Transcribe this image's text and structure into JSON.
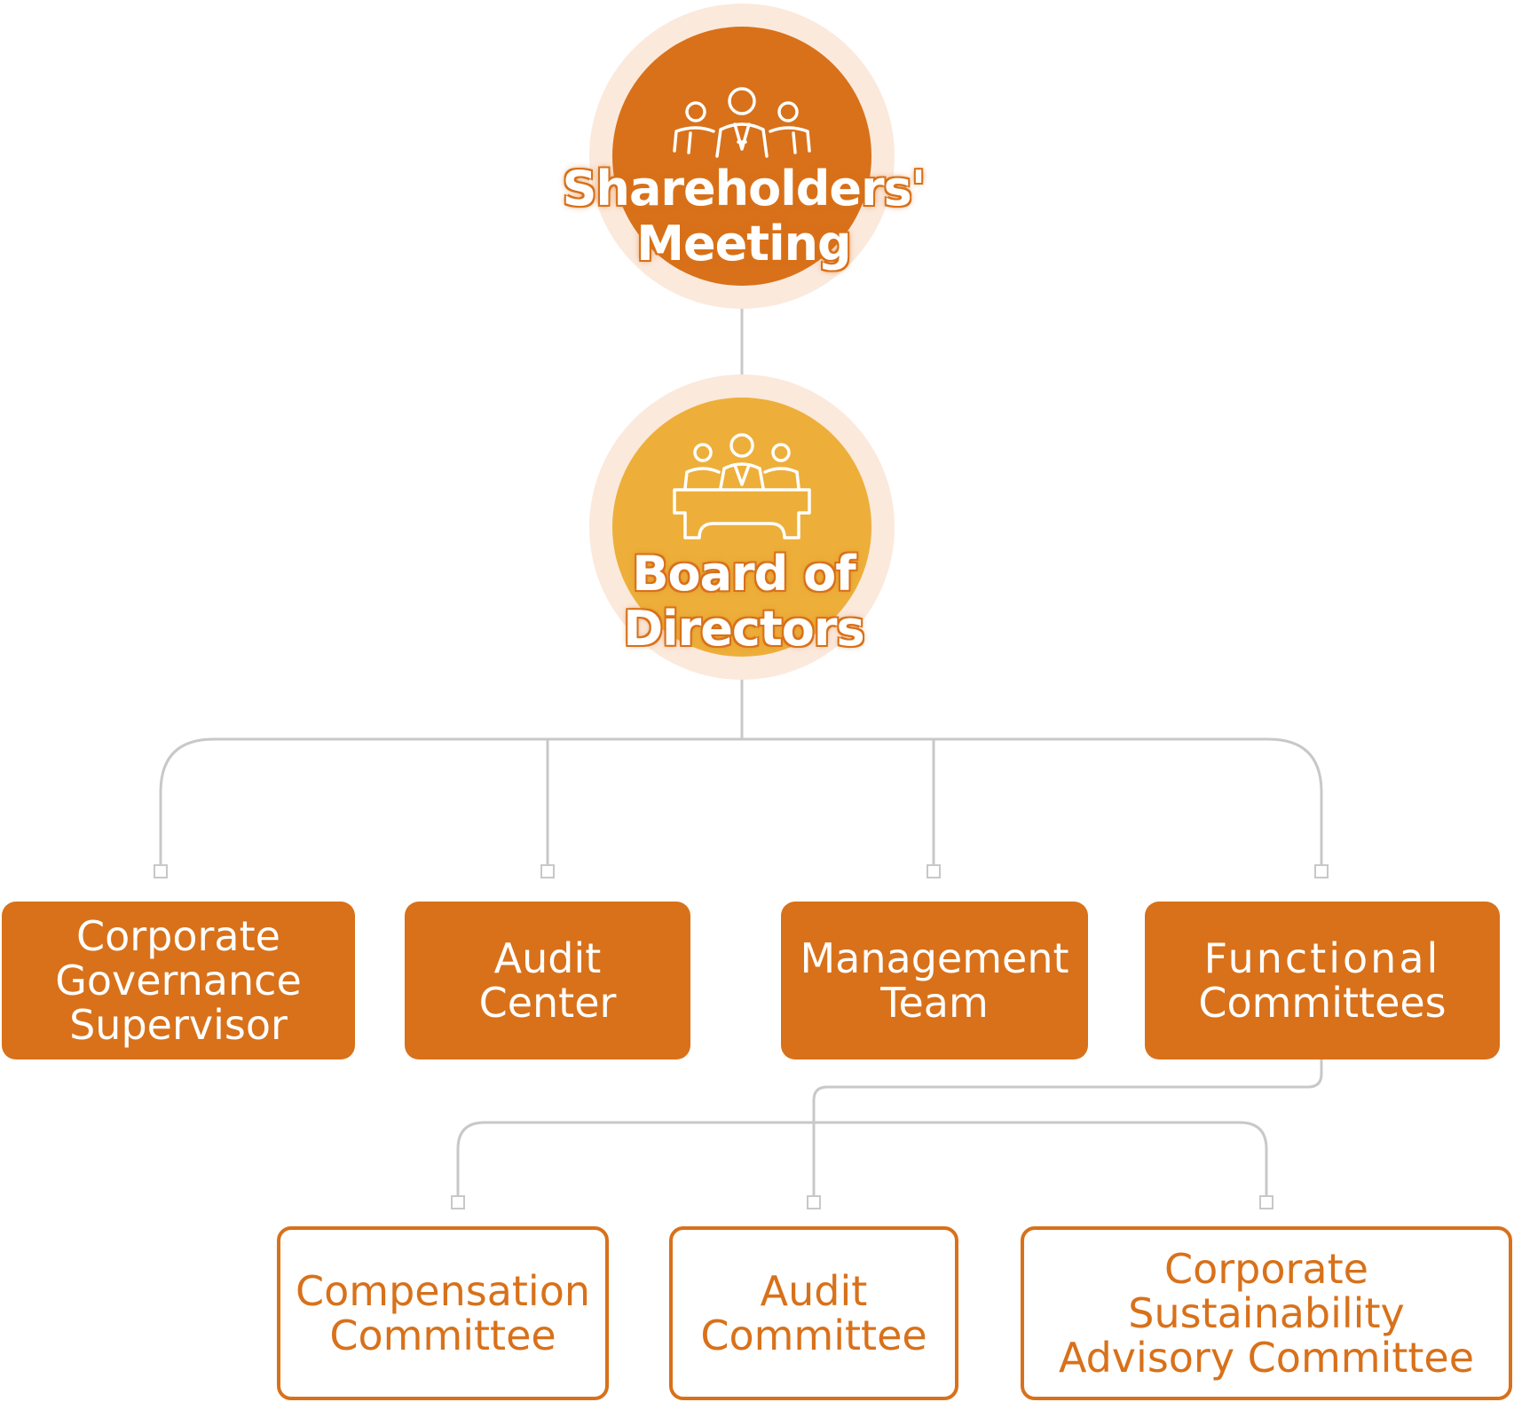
{
  "nodes": {
    "shareholders_meeting": {
      "lines": [
        "Shareholders'",
        "Meeting"
      ],
      "icon": "people-group-icon"
    },
    "board_of_directors": {
      "lines": [
        "Board of",
        "Directors"
      ],
      "icon": "board-meeting-icon"
    },
    "corporate_governance_supervisor": {
      "lines": [
        "Corporate",
        "Governance",
        "Supervisor"
      ]
    },
    "audit_center": {
      "lines": [
        "Audit",
        "Center"
      ]
    },
    "management_team": {
      "lines": [
        "Management",
        "Team"
      ]
    },
    "functional_committees": {
      "lines": [
        "Functional",
        "Committees"
      ]
    },
    "compensation_committee": {
      "lines": [
        "Compensation",
        "Committee"
      ]
    },
    "audit_committee": {
      "lines": [
        "Audit",
        "Committee"
      ]
    },
    "corporate_sustainability_advisory_committee": {
      "lines": [
        "Corporate",
        "Sustainability",
        "Advisory Committee"
      ]
    }
  },
  "colors": {
    "primary_orange": "#d8711a",
    "board_yellow": "#edaf3a",
    "halo": "#fbe9dc",
    "connector": "#c8c8c8",
    "text_light": "#ffffff"
  }
}
